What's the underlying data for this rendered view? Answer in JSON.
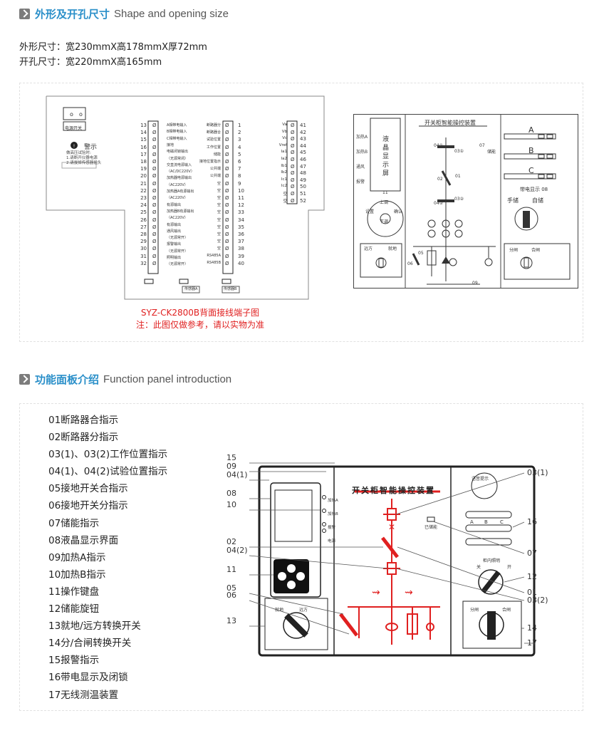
{
  "section1": {
    "title_cn": "外形及开孔尺寸",
    "title_en": "Shape and opening size"
  },
  "specs": [
    "外形尺寸：宽230mmX高178mmX厚72mm",
    "开孔尺寸：宽220mmX高165mm"
  ],
  "terminal": {
    "power_label": "电源开关",
    "warn_title": "警示",
    "warn_lines": [
      "做高压试验时:",
      "1.请断开仪器电源",
      "2.请拔掉传感器插头"
    ],
    "left_nums": [
      "13",
      "14",
      "15",
      "16",
      "17",
      "18",
      "19",
      "20",
      "21",
      "22",
      "23",
      "24",
      "25",
      "26",
      "27",
      "28",
      "29",
      "30",
      "31",
      "32"
    ],
    "left_labels": [
      "A相带电输入",
      "B相带电输入",
      "C相带电输入",
      "接地",
      "电磁闭锁输出",
      "（无源常闭）",
      "交直流电源输入",
      "（AC/DC220V）",
      "加热器电源输出",
      "（AC220V）",
      "加热器A有源输出",
      "（AC220V）",
      "有源输出",
      "加热器B有源输出",
      "（AC220V）",
      "有源输出",
      "通风输出",
      "（无源常开）",
      "报警输出",
      "（无源常开）",
      "照明输出",
      "（无源常开）"
    ],
    "mid_labels": [
      "断路器分",
      "断路器合",
      "试验位置",
      "工作位置",
      "储能",
      "接地位置指示",
      "公共端",
      "公共端",
      "空",
      "空",
      "空",
      "空",
      "空",
      "空",
      "空",
      "空",
      "空",
      "空",
      "RS485A",
      "RS485B"
    ],
    "mid_nums": [
      "1",
      "2",
      "3",
      "4",
      "5",
      "6",
      "7",
      "8",
      "9",
      "10",
      "11",
      "12",
      "33",
      "34",
      "35",
      "36",
      "37",
      "38",
      "39",
      "40"
    ],
    "right_labels": [
      "Va",
      "Vb",
      "Vc",
      "Vref",
      "Ia1",
      "Ia2",
      "Ib1",
      "Ib2",
      "Ic1",
      "Ic2",
      "空",
      "空"
    ],
    "right_nums": [
      "41",
      "42",
      "43",
      "44",
      "45",
      "46",
      "47",
      "48",
      "49",
      "50",
      "51",
      "52"
    ],
    "plug_labels": [
      "传感器A",
      "传感器B"
    ],
    "caption1": "SYZ-CK2800B背面接线端子图",
    "caption2": "注：此图仅做参考，请以实物为准"
  },
  "front_small": {
    "title": "开关柜智能操控装置",
    "left_labels": [
      "加热A",
      "加热B",
      "通风",
      "报警"
    ],
    "lcd": [
      "液",
      "晶",
      "显",
      "示",
      "屏"
    ],
    "lcd_num": "11",
    "keypad": [
      "上调",
      "设置",
      "确认",
      "下调"
    ],
    "sw_left": [
      "远方",
      "就地"
    ],
    "sw_right": [
      "分闸",
      "合闸"
    ],
    "mark": [
      "04①",
      "03①",
      "07",
      "储能",
      "02",
      "01",
      "04②",
      "03②",
      "05",
      "06",
      "09"
    ],
    "abc": [
      "A",
      "B",
      "C"
    ],
    "live_text": "带电显示 08",
    "store": [
      "手储",
      "自储"
    ]
  },
  "section2": {
    "title_cn": "功能面板介绍",
    "title_en": "Function panel introduction"
  },
  "features": [
    "01断路器合指示",
    "02断路器分指示",
    "03(1)、03(2)工作位置指示",
    "04(1)、04(2)试验位置指示",
    "05接地开关合指示",
    "06接地开关分指示",
    "07储能指示",
    "08液晶显示界面",
    "09加热A指示",
    "10加热B指示",
    "11操作键盘",
    "12储能旋钮",
    "13就地/远方转换开关",
    "14分/合闸转换开关",
    "15报警指示",
    "16带电显示及闭锁",
    "17无线测温装置"
  ],
  "panel": {
    "title": "开关柜智能操控装置",
    "left_callouts": [
      "15",
      "09",
      "04(1)",
      "08",
      "10",
      "02",
      "04(2)",
      "11",
      "05",
      "06",
      "13"
    ],
    "right_callouts": [
      "03(1)",
      "16",
      "07",
      "12",
      "01",
      "03(2)",
      "14",
      "17"
    ],
    "leds": [
      "加热A",
      "加热B",
      "报警",
      "电源"
    ],
    "voice": "语音提示",
    "stored": "已储能",
    "abc": [
      "A",
      "B",
      "C"
    ],
    "cabinet_light": "柜内照明",
    "off_on": [
      "关",
      "开"
    ],
    "local_remote": [
      "就地",
      "远方"
    ],
    "open_close": [
      "分闸",
      "合闸"
    ]
  }
}
